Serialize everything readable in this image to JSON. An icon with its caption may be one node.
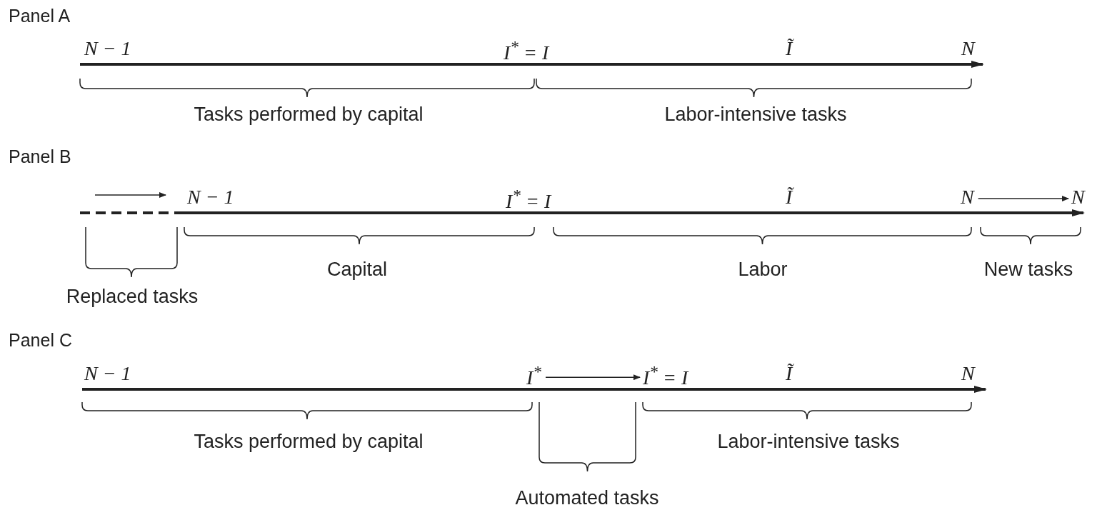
{
  "diagram": {
    "nodes": [
      {
        "text": [
          "N"
        ]
      },
      {
        "text": [
          "N"
        ]
      },
      {
        "text": [
          "I$^{*}$"
        ]
      },
      {
        "text": [
          "I$^{*}$ = I"
        ]
      }
    ],
    "edges": [
      {
        "from": 0,
        "to": 1,
        "arrow": "to"
      },
      {
        "from": 2,
        "to": 3,
        "arrow": "to"
      }
    ],
    "labels": [
      "Panel A",
      "N − 1",
      "I$^{*}$ = I",
      "Ĩ",
      "N",
      "Tasks performed by capital",
      "Labor-intensive tasks",
      "Panel B",
      "N − 1",
      "I$^{*}$ = I",
      "Ĩ",
      "Capital",
      "Labor",
      "New tasks",
      "Replaced tasks",
      "Panel C",
      "N − 1",
      "Ĩ",
      "N",
      "Tasks performed by capital",
      "Labor-intensive tasks",
      "Automated tasks"
    ]
  }
}
